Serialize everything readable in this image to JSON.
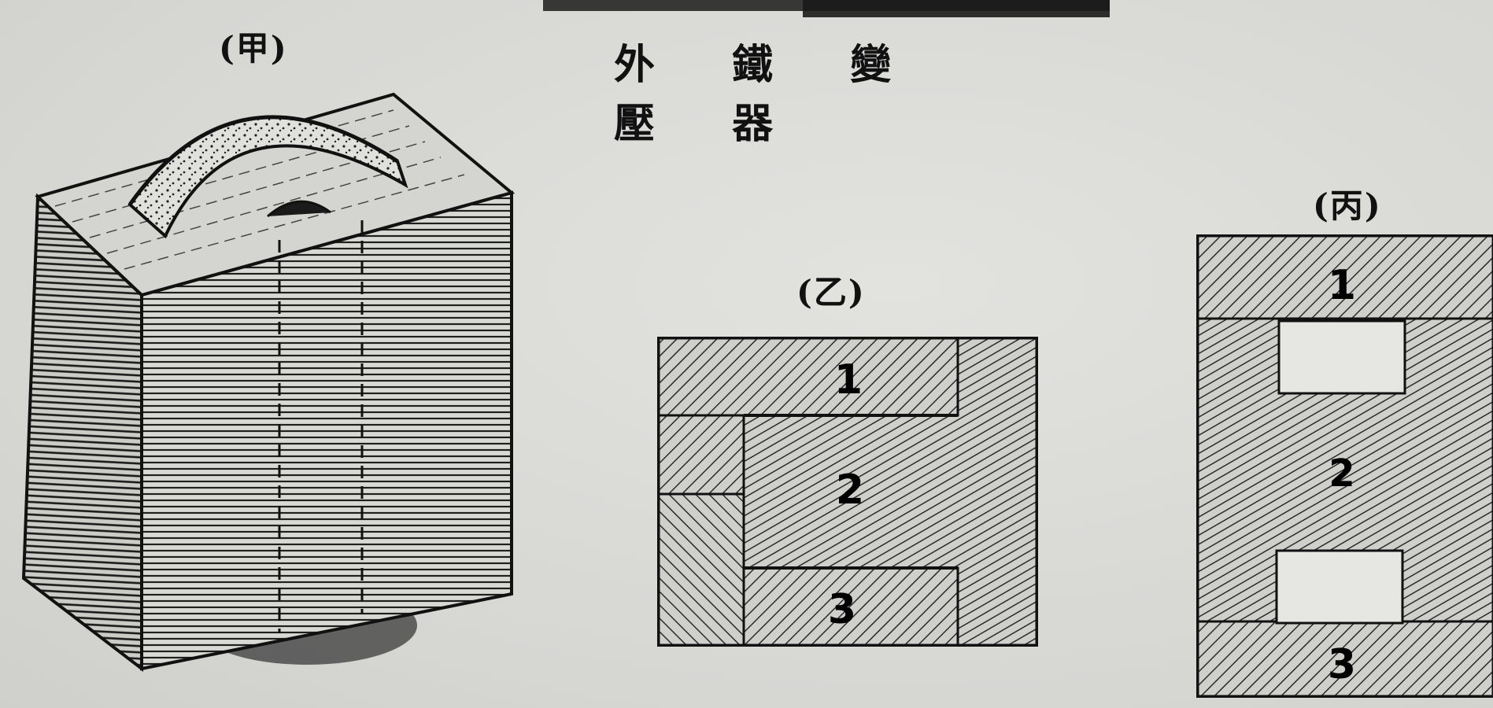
{
  "title": "外 鐵 變 壓 器",
  "figures": {
    "a": {
      "caption": "(甲)"
    },
    "b": {
      "caption": "(乙)",
      "labels": [
        "1",
        "2",
        "3"
      ]
    },
    "c": {
      "caption": "(丙)",
      "labels": [
        "1",
        "2",
        "3"
      ]
    }
  }
}
